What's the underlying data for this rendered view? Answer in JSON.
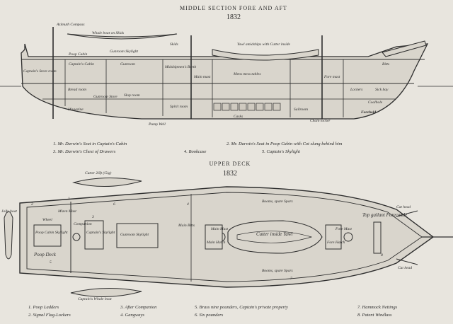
{
  "section": {
    "title": "MIDDLE SECTION FORE AND AFT",
    "year": "1832",
    "labels": {
      "azimuth": "Azimuth Compass",
      "whaleboat": "Whale boat on Skids",
      "skids": "Skids",
      "capstore": "Captain's Store room",
      "capcabin": "Captain's Cabin",
      "poopcabin": "Poop Cabin",
      "gunroomsky": "Gunroom Skylight",
      "midship": "Midshipmen's Berth",
      "gunroom": "Gunroom",
      "breadroom": "Bread room",
      "gunroomstore": "Gunroom Store",
      "sloproom": "Slop room",
      "spirit": "Spirit room",
      "magazine": "Magazine",
      "mainmast": "Main mast",
      "foremast": "Fore mast",
      "yawl": "Yawl amidships with Cutter inside",
      "messtables": "Mens mess tables",
      "casks": "Casks",
      "sailroom": "Sailroom",
      "chainlocker": "Chain locker",
      "bitts": "Bitts",
      "lockers": "Lockers",
      "sickbay": "Sick bay",
      "coalhole": "Coalhole",
      "forehold": "Forehold",
      "pumpwell": "Pump Well"
    },
    "legend": [
      "1. Mr. Darwin's Seat in Captain's Cabin",
      "2. Mr. Darwin's Seat in Poop Cabin with Cot slung behind him",
      "3. Mr. Darwin's Chest of Drawers",
      "4. Bookcase",
      "5. Captain's Skylight"
    ]
  },
  "upper": {
    "title": "UPPER DECK",
    "year": "1832",
    "labels": {
      "cutter": "Cutter 26ft (Gig)",
      "jollyboat": "Jolly boat",
      "poopcabinsky": "Poop Cabin Skylight",
      "poopdeck": "Poop Deck",
      "mizen": "Mizen Mast",
      "wheel": "Wheel",
      "companion": "Companion",
      "capsky": "Captain's Skylight",
      "gunroomsky": "Gunroom Skylight",
      "mainbitts": "Main Bitts",
      "mainmast": "Main Mast",
      "mainhatch": "Main Hatch",
      "booms1": "Booms, spare Spars",
      "booms2": "Booms, spare Spars",
      "cutterinside": "Cutter inside Yawl",
      "forehatch": "Fore Hatch",
      "foremast": "Fore Mast",
      "topgallant": "Top gallant Forecastle",
      "cathead1": "Cat head",
      "cathead2": "Cat head",
      "capwhaleboat": "Captain's Whale boat",
      "num1": "1",
      "num2": "2",
      "num3": "3",
      "num4": "4",
      "num5": "5",
      "num6": "6",
      "num7": "7",
      "num8": "8"
    },
    "legend": [
      "1. Poop Ladders",
      "2. Signal Flag-Lockers",
      "3. After Companion",
      "4. Gangways",
      "5. Brass nine pounders, Captain's private property",
      "6. Six pounders",
      "7. Hammock Nettings",
      "8. Patent Windlass"
    ]
  }
}
